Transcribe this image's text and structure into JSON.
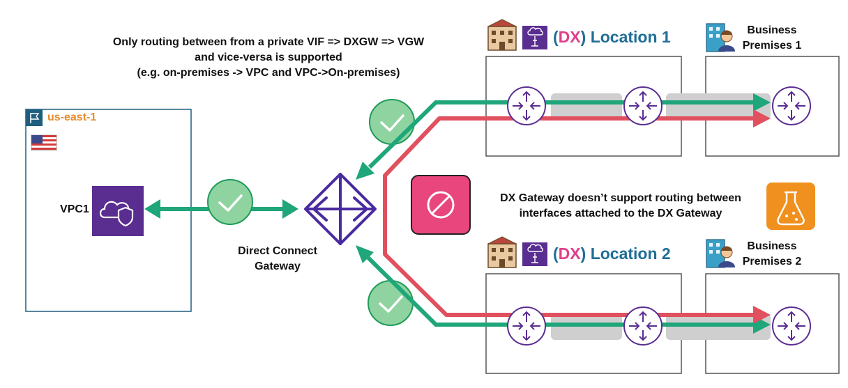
{
  "top_note": {
    "line1": "Only routing between from a private VIF => DXGW =>  VGW",
    "line2": "and vice-versa is supported",
    "line3": "(e.g. on-premises -> VPC and VPC->On-premises)"
  },
  "region": {
    "label": "us-east-1",
    "vpc_label": "VPC1"
  },
  "dx_gateway": {
    "line1": "Direct Connect",
    "line2": "Gateway"
  },
  "middle_note": {
    "line1": "DX Gateway doesn’t support routing between",
    "line2": "interfaces attached to the DX Gateway"
  },
  "location1": {
    "dx": "DX",
    "open_paren": "(",
    "close_paren": ")",
    "title": "Location 1"
  },
  "location2": {
    "dx": "DX",
    "open_paren": "(",
    "close_paren": ")",
    "title": "Location 2"
  },
  "business1": {
    "line1": "Business",
    "line2": "Premises 1"
  },
  "business2": {
    "line1": "Business",
    "line2": "Premises 2"
  },
  "colors": {
    "allowed": "#1fa67a",
    "denied": "#e0505e",
    "router": "#5a2d91",
    "region_border": "#1f5e7e",
    "region_text": "#e8892b",
    "dx_pink": "#e0408a",
    "location_blue": "#1f6e95",
    "blocked_tile": "#e8467c",
    "lab_orange": "#f0901e"
  }
}
